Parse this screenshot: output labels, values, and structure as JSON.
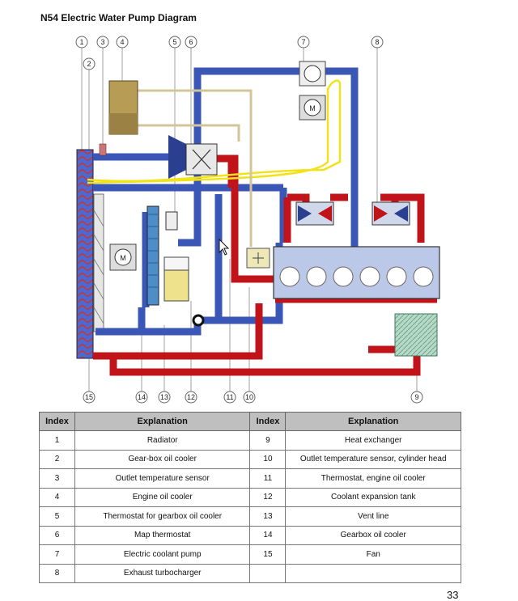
{
  "title": "N54 Electric Water Pump Diagram",
  "callouts_top": [
    {
      "num": "1"
    },
    {
      "num": "2"
    },
    {
      "num": "3"
    },
    {
      "num": "4"
    },
    {
      "num": "5"
    },
    {
      "num": "6"
    },
    {
      "num": "7"
    },
    {
      "num": "8"
    }
  ],
  "callouts_bottom": [
    {
      "num": "15"
    },
    {
      "num": "14"
    },
    {
      "num": "13"
    },
    {
      "num": "12"
    },
    {
      "num": "11"
    },
    {
      "num": "10"
    },
    {
      "num": "9"
    }
  ],
  "motor_label": "M",
  "table": {
    "headers": {
      "index": "Index",
      "explanation": "Explanation"
    },
    "rows": [
      {
        "li": "1",
        "le": "Radiator",
        "ri": "9",
        "re": "Heat exchanger"
      },
      {
        "li": "2",
        "le": "Gear-box oil cooler",
        "ri": "10",
        "re": "Outlet temperature sensor, cylinder head"
      },
      {
        "li": "3",
        "le": "Outlet temperature sensor",
        "ri": "11",
        "re": "Thermostat, engine oil cooler"
      },
      {
        "li": "4",
        "le": "Engine oil cooler",
        "ri": "12",
        "re": "Coolant expansion tank"
      },
      {
        "li": "5",
        "le": "Thermostat for gearbox oil cooler",
        "ri": "13",
        "re": "Vent line"
      },
      {
        "li": "6",
        "le": "Map thermostat",
        "ri": "14",
        "re": "Gearbox oil cooler"
      },
      {
        "li": "7",
        "le": "Electric coolant pump",
        "ri": "15",
        "re": "Fan"
      },
      {
        "li": "8",
        "le": "Exhaust turbocharger",
        "ri": "",
        "re": ""
      }
    ]
  },
  "page_number": "33",
  "colors": {
    "cold": "#3a57b8",
    "hot": "#c0141a",
    "yellow_line": "#f2e21a",
    "tan": "#d4c49a"
  }
}
